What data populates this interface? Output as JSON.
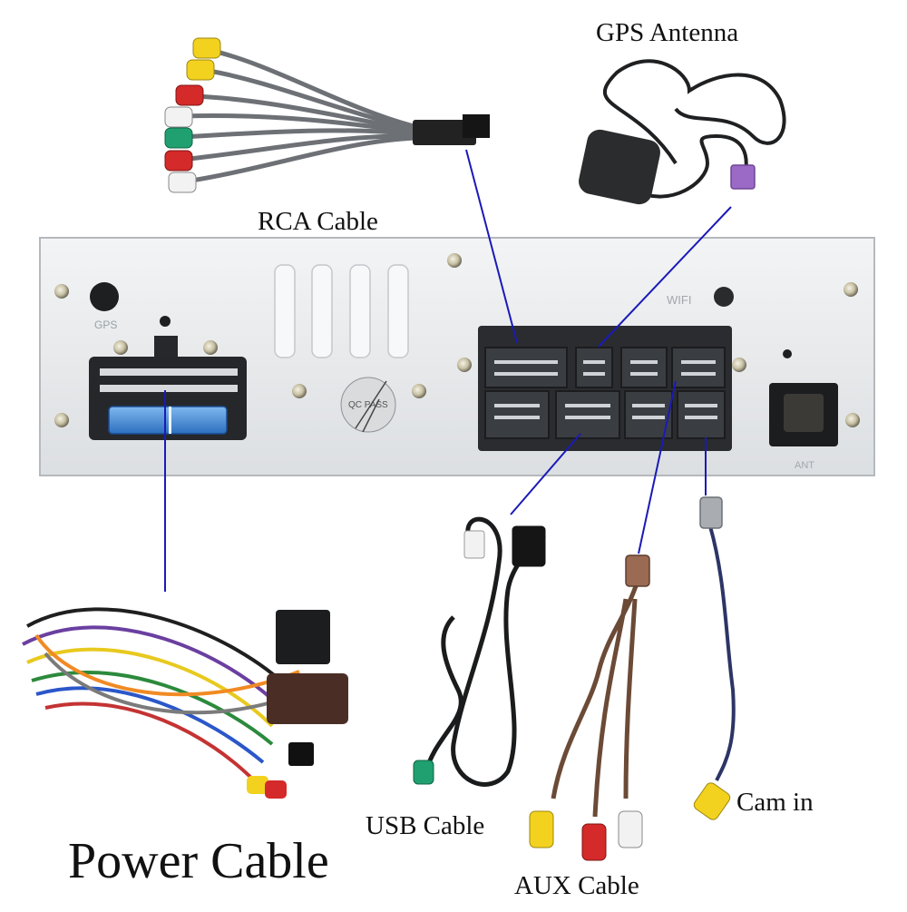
{
  "labels": {
    "gps_antenna": "GPS Antenna",
    "rca_cable": "RCA Cable",
    "usb_cable": "USB Cable",
    "aux_cable": "AUX Cable",
    "cam_in": "Cam in",
    "power_cable": "Power Cable"
  },
  "panel_markings": {
    "gps": "GPS",
    "wifi": "WIFI",
    "ant": "ANT",
    "qc_pass": "QC PASS"
  },
  "colors": {
    "panel": "#e6e8ea",
    "connector": "#2a2c2f",
    "callout_line": "#1a1ab8",
    "fuse": "#3a86d6",
    "rca_yellow": "#f2d21e",
    "rca_red": "#d42a2a",
    "rca_white": "#f2f2f2",
    "rca_green": "#20a070",
    "gps_plug": "#9b6ac7",
    "aux_plug": "#9a6a52",
    "cam_plug": "#a9adb2"
  }
}
